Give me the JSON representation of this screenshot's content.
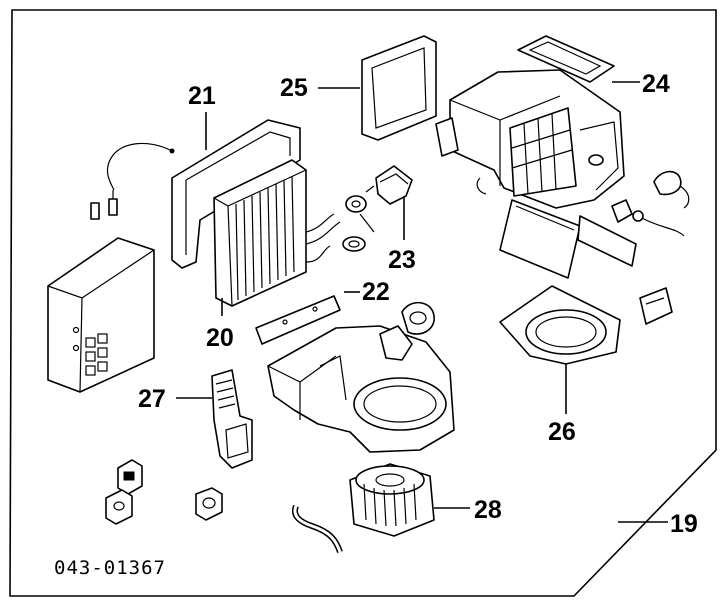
{
  "diagram_code": "043-01367",
  "callouts": {
    "c19": "19",
    "c20": "20",
    "c21": "21",
    "c22": "22",
    "c23": "23",
    "c24": "24",
    "c25": "25",
    "c26": "26",
    "c27": "27",
    "c28": "28"
  }
}
